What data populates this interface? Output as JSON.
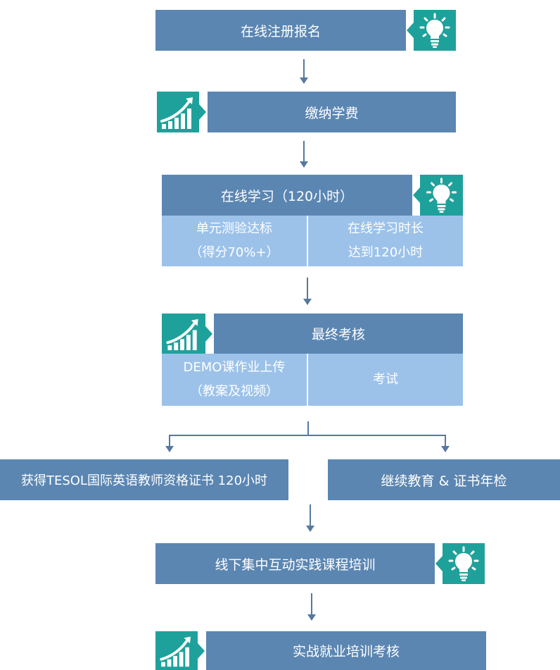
{
  "steps": {
    "register": "在线注册报名",
    "pay": "缴纳学费",
    "study": {
      "title": "在线学习（120小时）",
      "left_line1": "单元测验达标",
      "left_line2": "（得分70%+）",
      "right_line1": "在线学习时长",
      "right_line2": "达到120小时"
    },
    "final": {
      "title": "最终考核",
      "left_line1": "DEMO课作业上传",
      "left_line2": "（教案及视频）",
      "right": "考试"
    },
    "certificate": "获得TESOL国际英语教师资格证书 120小时",
    "continuing": "继续教育 & 证书年检",
    "offline": "线下集中互动实践课程培训",
    "employment": "实战就业培训考核"
  },
  "icons": {
    "lightbulb": "lightbulb-icon",
    "growth": "growth-chart-icon"
  },
  "colors": {
    "box": "#5b86b2",
    "sub_box": "#9cc2ea",
    "icon_bg": "#1fa19b",
    "arrow": "#55799f"
  }
}
